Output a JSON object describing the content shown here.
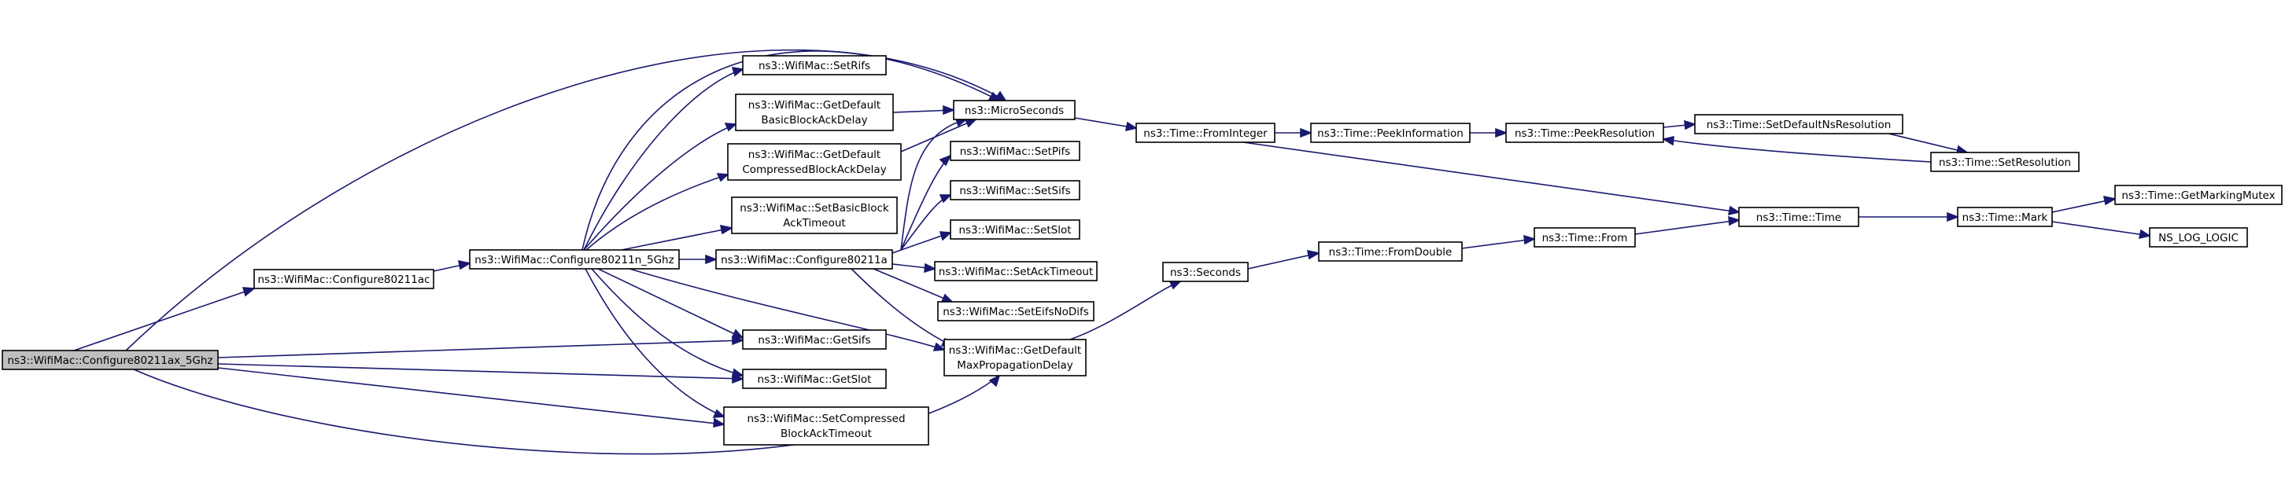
{
  "colors": {
    "edge": "#191970",
    "root_fill": "#bfbfbf",
    "node_fill": "#ffffff",
    "node_border": "#000000"
  },
  "nodes": {
    "n_configure80211ax_5ghz": [
      "ns3::WifiMac::Configure80211ax_5Ghz"
    ],
    "n_configure80211ac": [
      "ns3::WifiMac::Configure80211ac"
    ],
    "n_configure80211n_5ghz": [
      "ns3::WifiMac::Configure80211n_5Ghz"
    ],
    "n_setrifs": [
      "ns3::WifiMac::SetRifs"
    ],
    "n_getdefault_basicblockackdelay": [
      "ns3::WifiMac::GetDefault",
      "BasicBlockAckDelay"
    ],
    "n_getdefault_compressedblockackdelay": [
      "ns3::WifiMac::GetDefault",
      "CompressedBlockAckDelay"
    ],
    "n_setbasicblockacktimeout": [
      "ns3::WifiMac::SetBasicBlock",
      "AckTimeout"
    ],
    "n_configure80211a": [
      "ns3::WifiMac::Configure80211a"
    ],
    "n_getsifs": [
      "ns3::WifiMac::GetSifs"
    ],
    "n_getslot": [
      "ns3::WifiMac::GetSlot"
    ],
    "n_setcompressedblockacktimeout": [
      "ns3::WifiMac::SetCompressed",
      "BlockAckTimeout"
    ],
    "n_microseconds": [
      "ns3::MicroSeconds"
    ],
    "n_setpifs": [
      "ns3::WifiMac::SetPifs"
    ],
    "n_setsifs": [
      "ns3::WifiMac::SetSifs"
    ],
    "n_setslot": [
      "ns3::WifiMac::SetSlot"
    ],
    "n_setacktimeout": [
      "ns3::WifiMac::SetAckTimeout"
    ],
    "n_seteifsnodifs": [
      "ns3::WifiMac::SetEifsNoDifs"
    ],
    "n_getdefaultmaxpropagationdelay": [
      "ns3::WifiMac::GetDefault",
      "MaxPropagationDelay"
    ],
    "n_seconds": [
      "ns3::Seconds"
    ],
    "n_time_frominteger": [
      "ns3::Time::FromInteger"
    ],
    "n_time_peekinformation": [
      "ns3::Time::PeekInformation"
    ],
    "n_time_peekresolution": [
      "ns3::Time::PeekResolution"
    ],
    "n_time_setdefaultnsresolution": [
      "ns3::Time::SetDefaultNsResolution"
    ],
    "n_time_setresolution": [
      "ns3::Time::SetResolution"
    ],
    "n_time_fromdouble": [
      "ns3::Time::FromDouble"
    ],
    "n_time_from": [
      "ns3::Time::From"
    ],
    "n_time_time": [
      "ns3::Time::Time"
    ],
    "n_time_mark": [
      "ns3::Time::Mark"
    ],
    "n_time_getmarkingmutex": [
      "ns3::Time::GetMarkingMutex"
    ],
    "n_ns_log_logic": [
      "NS_LOG_LOGIC"
    ]
  },
  "edges": [
    [
      "n_configure80211ax_5ghz",
      "n_configure80211ac"
    ],
    [
      "n_configure80211ax_5ghz",
      "n_microseconds"
    ],
    [
      "n_configure80211ax_5ghz",
      "n_getsifs"
    ],
    [
      "n_configure80211ax_5ghz",
      "n_getslot"
    ],
    [
      "n_configure80211ax_5ghz",
      "n_setcompressedblockacktimeout"
    ],
    [
      "n_configure80211ax_5ghz",
      "n_getdefaultmaxpropagationdelay"
    ],
    [
      "n_configure80211ac",
      "n_configure80211n_5ghz"
    ],
    [
      "n_configure80211n_5ghz",
      "n_setrifs"
    ],
    [
      "n_configure80211n_5ghz",
      "n_getdefault_basicblockackdelay"
    ],
    [
      "n_configure80211n_5ghz",
      "n_getdefault_compressedblockackdelay"
    ],
    [
      "n_configure80211n_5ghz",
      "n_setbasicblockacktimeout"
    ],
    [
      "n_configure80211n_5ghz",
      "n_configure80211a"
    ],
    [
      "n_configure80211n_5ghz",
      "n_getsifs"
    ],
    [
      "n_configure80211n_5ghz",
      "n_getslot"
    ],
    [
      "n_configure80211n_5ghz",
      "n_setcompressedblockacktimeout"
    ],
    [
      "n_configure80211n_5ghz",
      "n_getdefaultmaxpropagationdelay"
    ],
    [
      "n_configure80211n_5ghz",
      "n_microseconds"
    ],
    [
      "n_getdefault_basicblockackdelay",
      "n_microseconds"
    ],
    [
      "n_getdefault_compressedblockackdelay",
      "n_microseconds"
    ],
    [
      "n_configure80211a",
      "n_microseconds"
    ],
    [
      "n_configure80211a",
      "n_setpifs"
    ],
    [
      "n_configure80211a",
      "n_setsifs"
    ],
    [
      "n_configure80211a",
      "n_setslot"
    ],
    [
      "n_configure80211a",
      "n_setacktimeout"
    ],
    [
      "n_configure80211a",
      "n_seteifsnodifs"
    ],
    [
      "n_configure80211a",
      "n_getdefaultmaxpropagationdelay"
    ],
    [
      "n_getdefaultmaxpropagationdelay",
      "n_seconds"
    ],
    [
      "n_microseconds",
      "n_time_frominteger"
    ],
    [
      "n_time_frominteger",
      "n_time_peekinformation"
    ],
    [
      "n_time_frominteger",
      "n_time_time"
    ],
    [
      "n_time_peekinformation",
      "n_time_peekresolution"
    ],
    [
      "n_time_peekresolution",
      "n_time_setdefaultnsresolution"
    ],
    [
      "n_time_setdefaultnsresolution",
      "n_time_setresolution"
    ],
    [
      "n_time_setresolution",
      "n_time_peekresolution"
    ],
    [
      "n_seconds",
      "n_time_fromdouble"
    ],
    [
      "n_time_fromdouble",
      "n_time_from"
    ],
    [
      "n_time_from",
      "n_time_time"
    ],
    [
      "n_time_time",
      "n_time_mark"
    ],
    [
      "n_time_mark",
      "n_time_getmarkingmutex"
    ],
    [
      "n_time_mark",
      "n_ns_log_logic"
    ]
  ]
}
